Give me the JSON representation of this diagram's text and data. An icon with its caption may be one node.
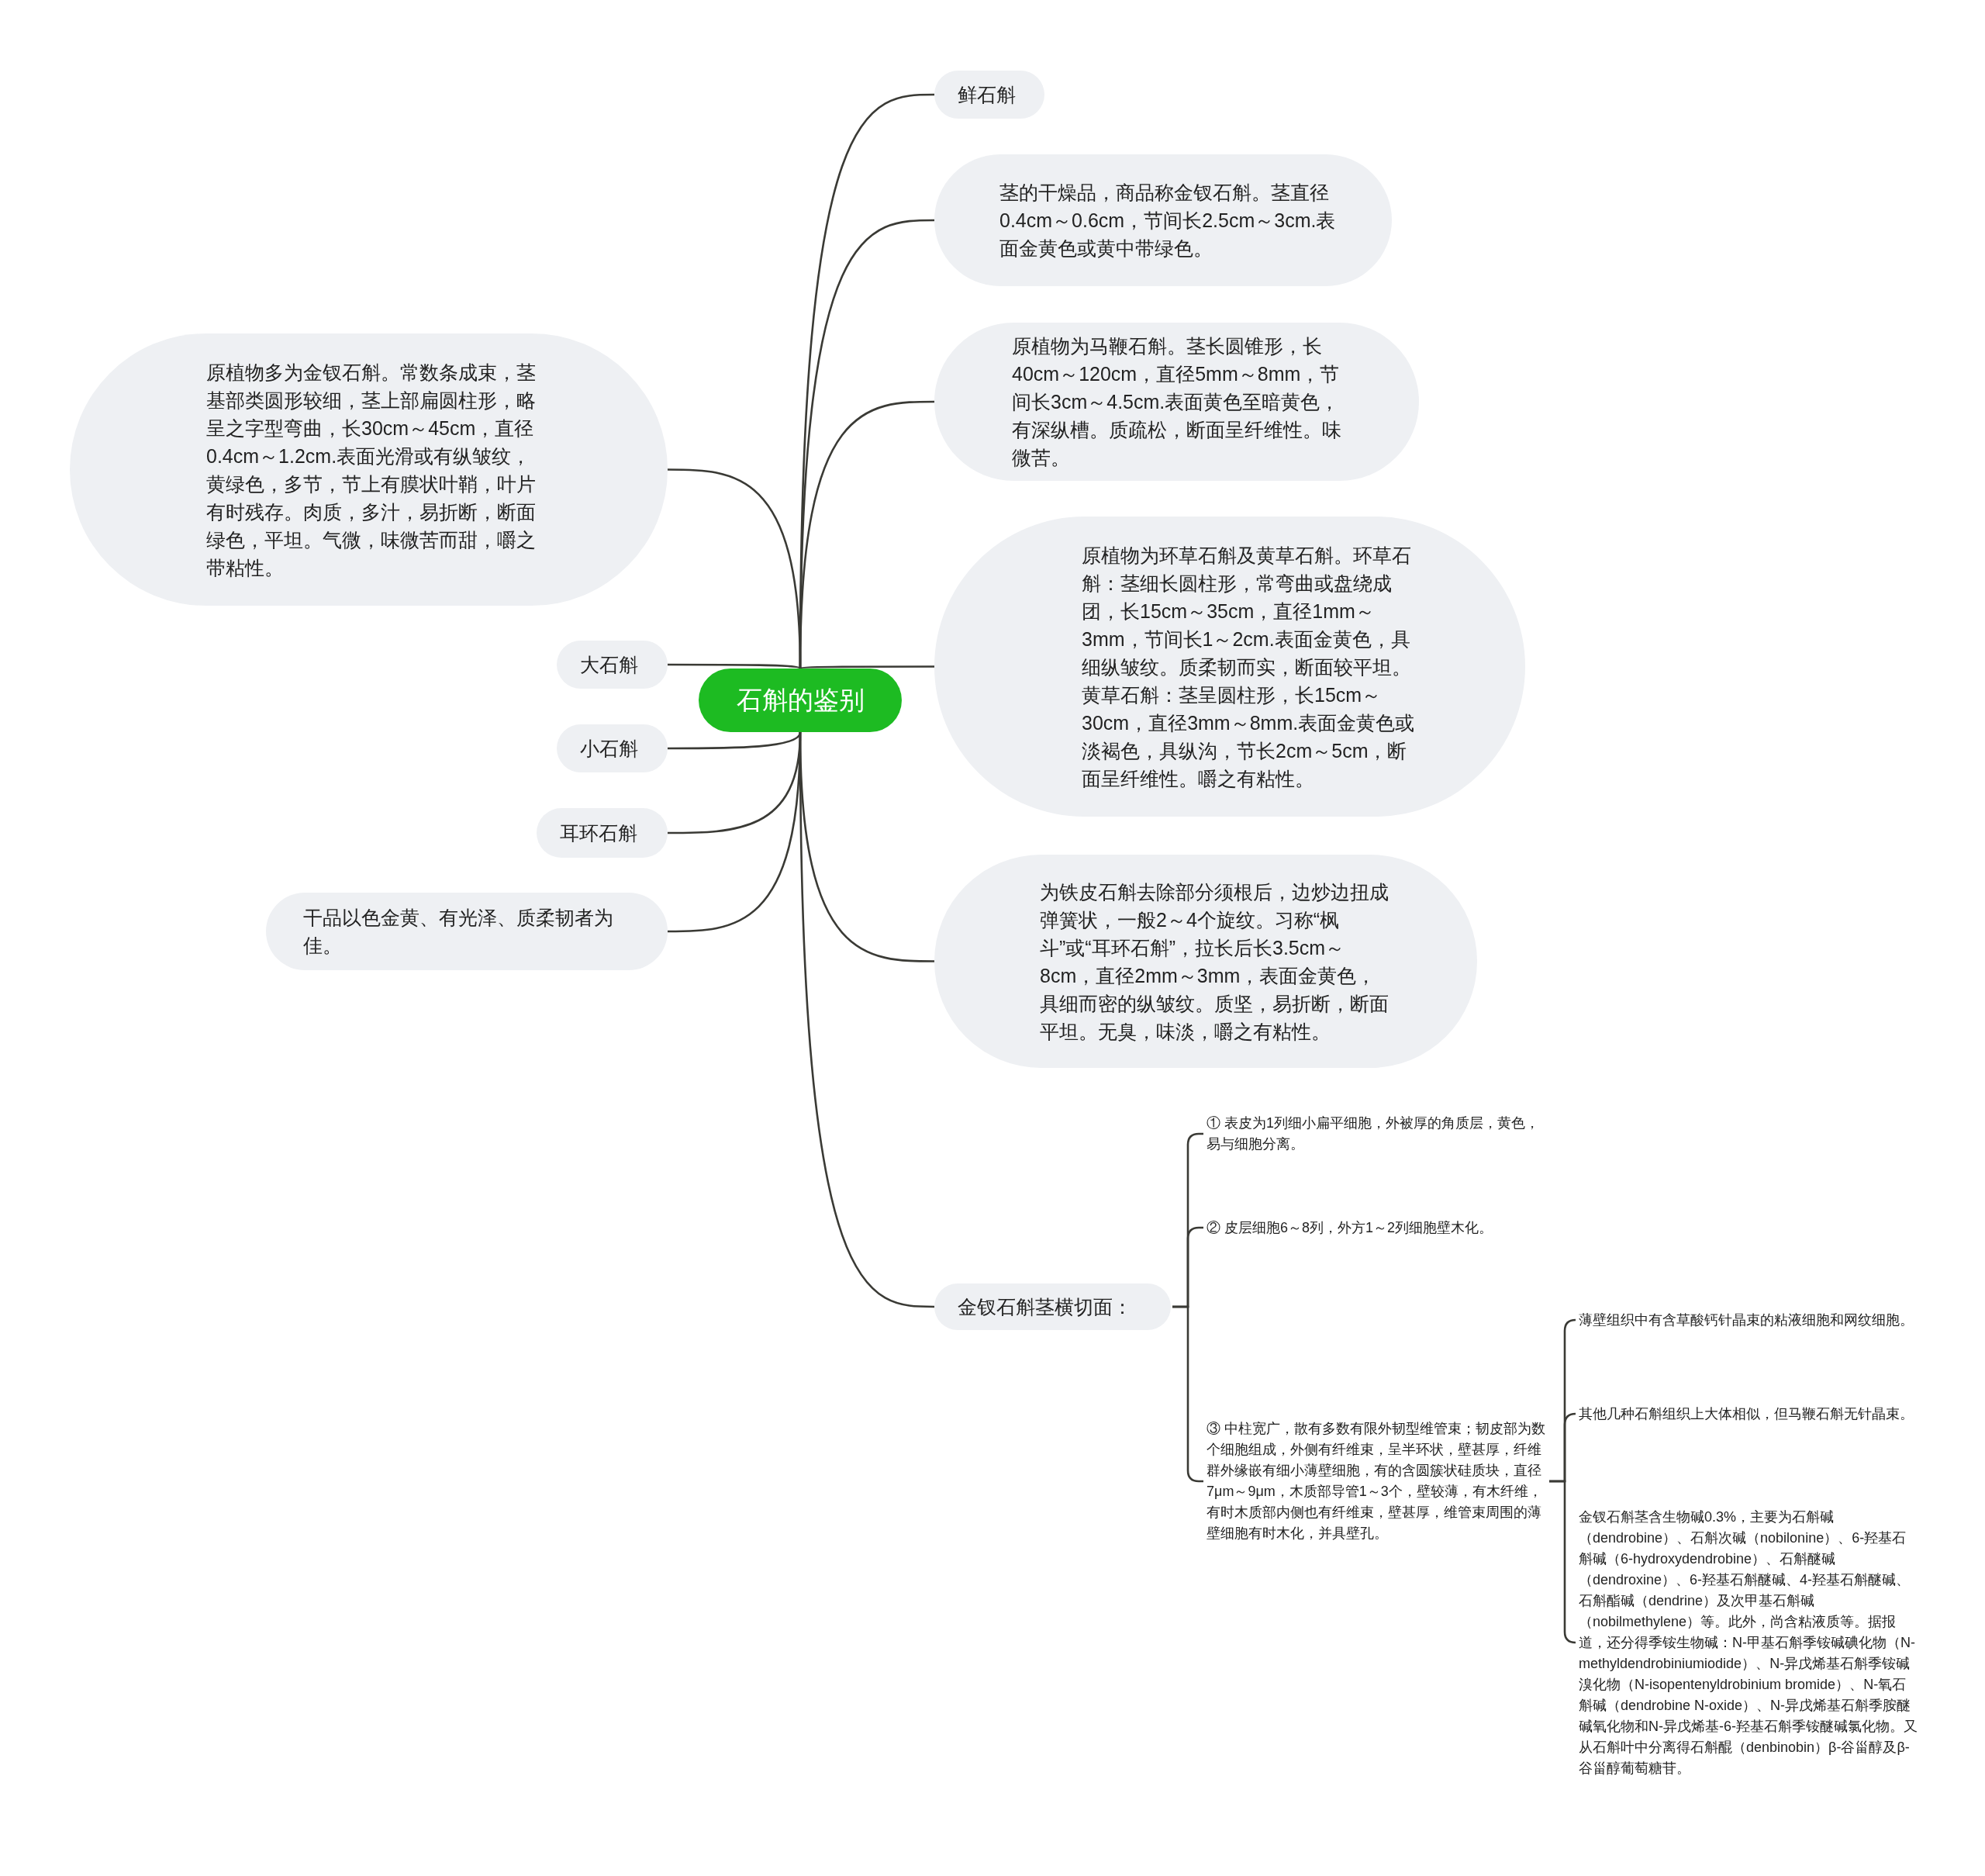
{
  "diagram": {
    "nodes": [
      {
        "text": [
          "石斛的鉴别"
        ]
      },
      {
        "text": [
          "鲜石斛"
        ]
      },
      {
        "text": [
          "茎的干燥品，商品称金钗石斛。茎直径0.4cm～0.6cm，节间长2.5cm～3cm.表面金黄色或黄中带绿色。"
        ]
      },
      {
        "text": [
          "原植物为马鞭石斛。茎长圆锥形，长40cm～120cm，直径5mm～8mm，节间长3cm～4.5cm.表面黄色至暗黄色，有深纵槽。质疏松，断面呈纤维性。味微苦。"
        ]
      },
      {
        "text": [
          "原植物为环草石斛及黄草石斛。环草石斛：茎细长圆柱形，常弯曲或盘绕成团，长15cm～35cm，直径1mm～3mm，节间长1～2cm.表面金黄色，具细纵皱纹。质柔韧而实，断面较平坦。黄草石斛：茎呈圆柱形，长15cm～30cm，直径3mm～8mm.表面金黄色或淡褐色，具纵沟，节长2cm～5cm，断面呈纤维性。嚼之有粘性。"
        ]
      },
      {
        "text": [
          "为铁皮石斛去除部分须根后，边炒边扭成弹簧状，一般2～4个旋纹。习称“枫斗”或“耳环石斛”，拉长后长3.5cm～8cm，直径2mm～3mm，表面金黄色，具细而密的纵皱纹。质坚，易折断，断面平坦。无臭，味淡，嚼之有粘性。"
        ]
      },
      {
        "text": [
          "金钗石斛茎横切面："
        ]
      },
      {
        "text": [
          "① 表皮为1列细小扁平细胞，外被厚的角质层，黄色，易与细胞分离。"
        ]
      },
      {
        "text": [
          "② 皮层细胞6～8列，外方1～2列细胞壁木化。"
        ]
      },
      {
        "text": [
          "③ 中柱宽广，散有多数有限外韧型维管束；韧皮部为数个细胞组成，外侧有纤维束，呈半环状，壁甚厚，纤维群外缘嵌有细小薄壁细胞，有的含圆簇状硅质块，直径7μm～9μm，木质部导管1～3个，壁较薄，有木纤维，有时木质部内侧也有纤维束，壁甚厚，维管束周围的薄壁细胞有时木化，并具壁孔。"
        ]
      },
      {
        "text": [
          "薄壁组织中有含草酸钙针晶束的粘液细胞和网纹细胞。"
        ]
      },
      {
        "text": [
          "其他几种石斛组织上大体相似，但马鞭石斛无针晶束。"
        ]
      },
      {
        "text": [
          "金钗石斛茎含生物碱0.3%，主要为石斛碱（dendrobine）、石斛次碱（nobilonine）、6-羟基石斛碱（6-hydroxydendrobine）、石斛醚碱（dendroxine）、6-羟基石斛醚碱、4-羟基石斛醚碱、石斛酯碱（dendrine）及次甲基石斛碱（nobilmethylene）等。此外，尚含粘液质等。据报道，还分得季铵生物碱：N-甲基石斛季铵碱碘化物（N-methyldendrobiniumiodide）、N-异戊烯基石斛季铵碱溴化物（N-isopentenyldrobinium bromide）、N-氧石斛碱（dendrobine N-oxide）、N-异戊烯基石斛季胺醚碱氧化物和N-异戊烯基-6-羟基石斛季铵醚碱氯化物。又从石斛叶中分离得石斛醌（denbinobin）β-谷甾醇及β-谷甾醇葡萄糖苷。"
        ]
      },
      {
        "text": [
          "原植物多为金钗石斛。常数条成束，茎基部类圆形较细，茎上部扁圆柱形，略呈之字型弯曲，长30cm～45cm，直径0.4cm～1.2cm.表面光滑或有纵皱纹，黄绿色，多节，节上有膜状叶鞘，叶片有时残存。肉质，多汁，易折断，断面绿色，平坦。气微，味微苦而甜，嚼之带粘性。"
        ]
      },
      {
        "text": [
          "大石斛"
        ]
      },
      {
        "text": [
          "小石斛"
        ]
      },
      {
        "text": [
          "耳环石斛"
        ]
      },
      {
        "text": [
          "干品以色金黄、有光泽、质柔韧者为佳。"
        ]
      }
    ],
    "edges": [
      {
        "from": 0,
        "to": 1,
        "arrow": "none"
      },
      {
        "from": 0,
        "to": 2,
        "arrow": "none"
      },
      {
        "from": 0,
        "to": 3,
        "arrow": "none"
      },
      {
        "from": 0,
        "to": 4,
        "arrow": "none"
      },
      {
        "from": 0,
        "to": 5,
        "arrow": "none"
      },
      {
        "from": 0,
        "to": 6,
        "arrow": "none"
      },
      {
        "from": 6,
        "to": 7,
        "arrow": "none"
      },
      {
        "from": 6,
        "to": 8,
        "arrow": "none"
      },
      {
        "from": 6,
        "to": 9,
        "arrow": "none"
      },
      {
        "from": 9,
        "to": 10,
        "arrow": "none"
      },
      {
        "from": 9,
        "to": 11,
        "arrow": "none"
      },
      {
        "from": 9,
        "to": 12,
        "arrow": "none"
      },
      {
        "from": 0,
        "to": 13,
        "arrow": "none"
      },
      {
        "from": 0,
        "to": 14,
        "arrow": "none"
      },
      {
        "from": 0,
        "to": 15,
        "arrow": "none"
      },
      {
        "from": 0,
        "to": 16,
        "arrow": "none"
      },
      {
        "from": 0,
        "to": 17,
        "arrow": "none"
      }
    ]
  }
}
